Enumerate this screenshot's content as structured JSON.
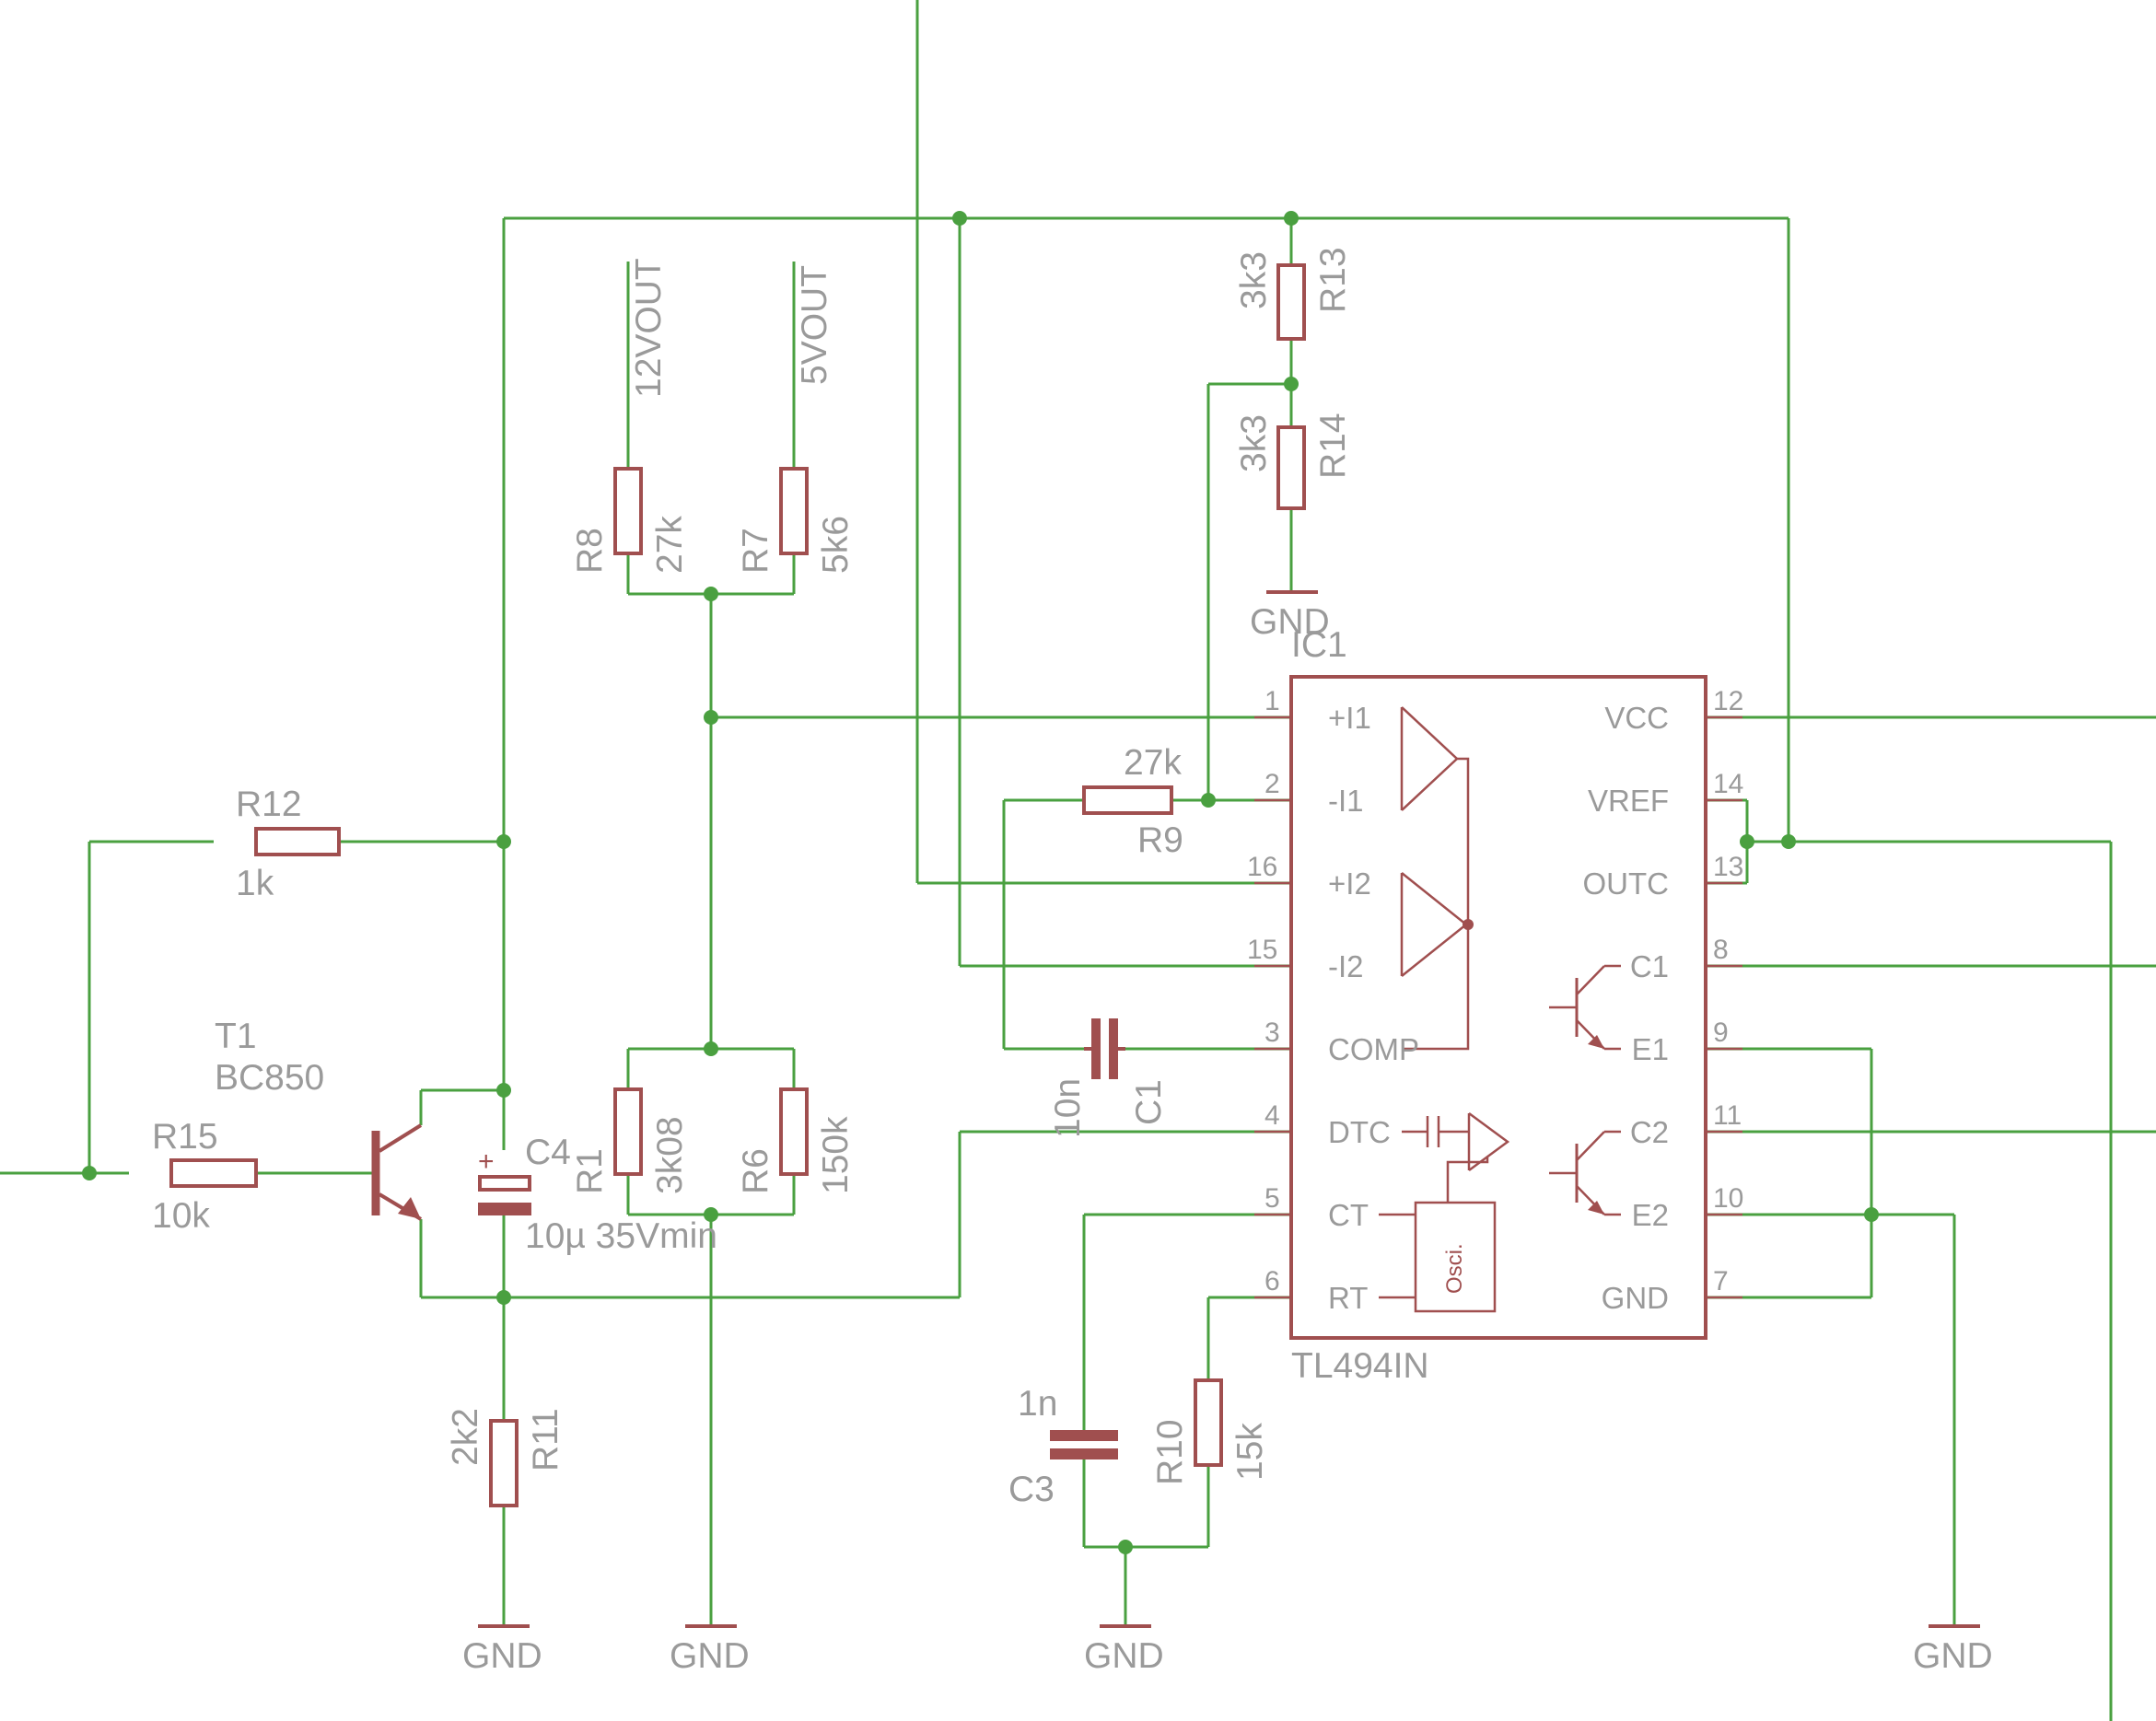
{
  "ic": {
    "name": "IC1",
    "value": "TL494IN",
    "osc_label": "Osci.",
    "pins": [
      {
        "num": "1",
        "name": "+I1"
      },
      {
        "num": "2",
        "name": "-I1"
      },
      {
        "num": "16",
        "name": "+I2"
      },
      {
        "num": "15",
        "name": "-I2"
      },
      {
        "num": "3",
        "name": "COMP"
      },
      {
        "num": "4",
        "name": "DTC"
      },
      {
        "num": "5",
        "name": "CT"
      },
      {
        "num": "6",
        "name": "RT"
      },
      {
        "num": "12",
        "name": "VCC"
      },
      {
        "num": "14",
        "name": "VREF"
      },
      {
        "num": "13",
        "name": "OUTC"
      },
      {
        "num": "8",
        "name": "C1"
      },
      {
        "num": "9",
        "name": "E1"
      },
      {
        "num": "11",
        "name": "C2"
      },
      {
        "num": "10",
        "name": "E2"
      },
      {
        "num": "7",
        "name": "GND"
      }
    ]
  },
  "components": {
    "R13": {
      "name": "R13",
      "value": "3k3"
    },
    "R14": {
      "name": "R14",
      "value": "3k3"
    },
    "R8": {
      "name": "R8",
      "value": "27k"
    },
    "R7": {
      "name": "R7",
      "value": "5k6"
    },
    "R12": {
      "name": "R12",
      "value": "1k"
    },
    "R9": {
      "name": "R9",
      "value": "27k"
    },
    "T1": {
      "name": "T1",
      "value": "BC850"
    },
    "R15": {
      "name": "R15",
      "value": "10k"
    },
    "C4": {
      "name": "C4",
      "value": "10µ 35Vmin",
      "polarity": "+"
    },
    "R1": {
      "name": "R1",
      "value": "3k08"
    },
    "R6": {
      "name": "R6",
      "value": "150k"
    },
    "C1": {
      "name": "C1",
      "value": "10n"
    },
    "R11": {
      "name": "R11",
      "value": "2k2"
    },
    "C3": {
      "name": "C3",
      "value": "1n"
    },
    "R10": {
      "name": "R10",
      "value": "15k"
    }
  },
  "nets": {
    "v12out": "12VOUT",
    "v5out": "5VOUT",
    "gnd": "GND"
  },
  "colors": {
    "wire": "#4aa040",
    "part": "#a04f4f",
    "label": "#9a9a9a"
  }
}
